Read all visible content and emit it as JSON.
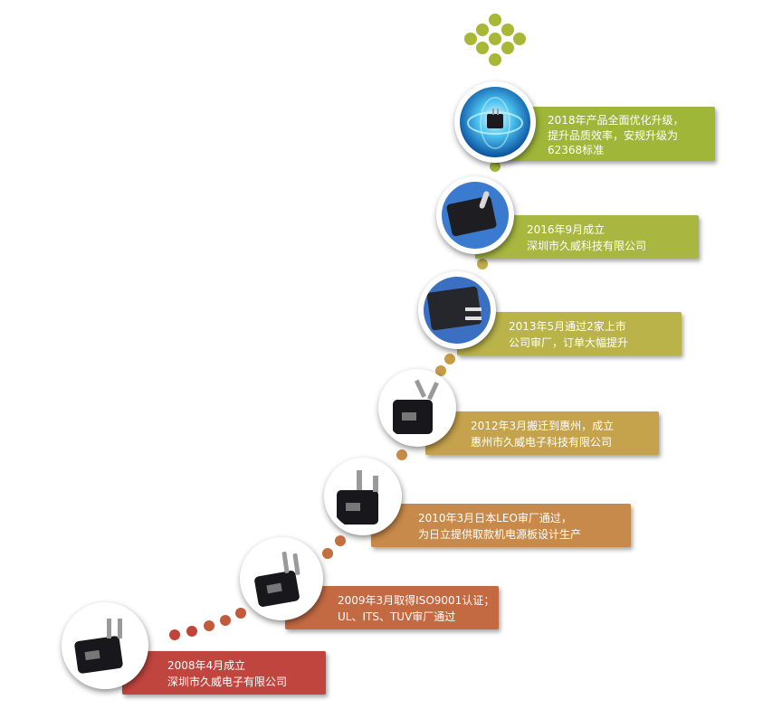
{
  "colors": {
    "top_cluster": "#a8b735",
    "dot_path": [
      "#c0443a",
      "#c25a3c",
      "#c3703e",
      "#c88a44",
      "#c69c48",
      "#bfae4a",
      "#a8b740"
    ]
  },
  "milestones": [
    {
      "id": "2018",
      "line1": "2018年产品全面优化升级，",
      "line2": "提升品质效率，安规升级为",
      "line3": "62368标准",
      "color": "#9fb638",
      "icon": "globe-adapter-icon"
    },
    {
      "id": "2016",
      "line1": "2016年9月成立",
      "line2": "深圳市久威科技有限公司",
      "color": "#a9b740",
      "icon": "eu-plug-adapter-icon"
    },
    {
      "id": "2013",
      "line1": "2013年5月通过2家上市",
      "line2": "公司审厂，订单大幅提升",
      "color": "#b9b34a",
      "icon": "us-plug-adapter-icon"
    },
    {
      "id": "2012",
      "line1": "2012年3月搬迁到惠州，成立",
      "line2": "惠州市久威电子科技有限公司",
      "color": "#c5a24c",
      "icon": "au-plug-adapter-icon"
    },
    {
      "id": "2010",
      "line1": "2010年3月日本LEO审厂通过，",
      "line2": "为日立提供取款机电源板设计生产",
      "color": "#c88a4a",
      "icon": "uk-plug-adapter-icon"
    },
    {
      "id": "2009",
      "line1": "2009年3月取得ISO9001认证；",
      "line2": "UL、ITS、TUV审厂通过",
      "color": "#c46a43",
      "icon": "eu-plug-adapter-icon"
    },
    {
      "id": "2008",
      "line1": "2008年4月成立",
      "line2": "深圳市久威电子有限公司",
      "color": "#c0453e",
      "icon": "us-plug-adapter-icon"
    }
  ]
}
